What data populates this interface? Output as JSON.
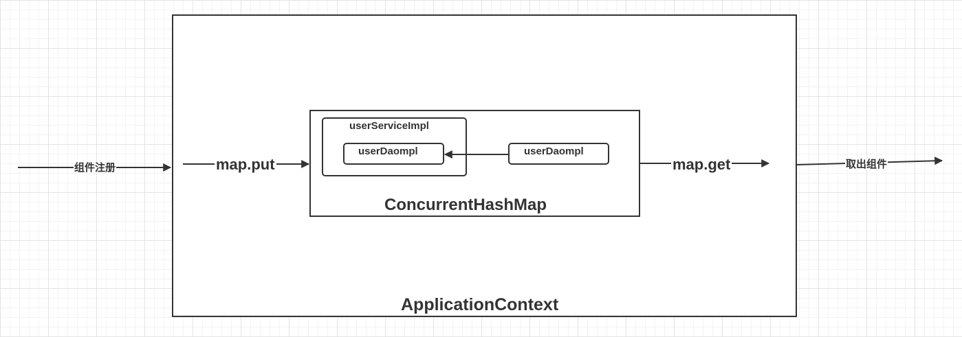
{
  "diagram": {
    "application_context": {
      "title": "ApplicationContext"
    },
    "map": {
      "title": "ConcurrentHashMap"
    },
    "service_impl": {
      "title": "userServiceImpl"
    },
    "inner_dao": {
      "title": "userDaompl"
    },
    "outer_dao": {
      "title": "userDaompl"
    },
    "edges": {
      "register": "组件注册",
      "put": "map.put",
      "get": "map.get",
      "fetch": "取出组件"
    }
  }
}
